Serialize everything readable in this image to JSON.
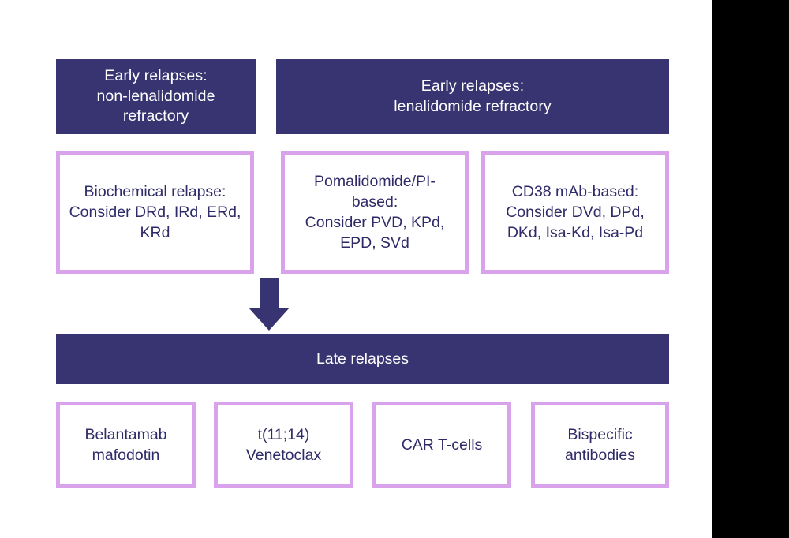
{
  "page": {
    "title": "Myeloma relapse treatment algorithm",
    "background_color": "#ffffff",
    "accent_navy": "#383472",
    "accent_purple_border": "#d8a3ea",
    "text_navy": "#2f2b68",
    "right_panel_color": "#000000"
  },
  "headers": [
    {
      "id": "early-non-len-refractory",
      "label": "Early relapses:\nnon-lenalidomide\nrefractory"
    },
    {
      "id": "early-len-refractory",
      "label": "Early relapses:\nlenalidomide refractory"
    }
  ],
  "early_options": [
    {
      "id": "biochemical-relapse",
      "label": "Biochemical relapse:\nConsider DRd, IRd, ERd,\nKRd"
    },
    {
      "id": "pomalidomide-pi-based",
      "label": "Pomalidomide/PI-\nbased:\nConsider PVD, KPd,\nEPD, SVd"
    },
    {
      "id": "cd38-mab-based",
      "label": "CD38 mAb-based:\nConsider DVd, DPd,\nDKd, Isa-Kd, Isa-Pd"
    }
  ],
  "flow": {
    "arrow_name": "down-arrow-icon",
    "arrow_direction": "down"
  },
  "late_band": {
    "id": "late-relapses",
    "label": "Late relapses"
  },
  "late_options": [
    {
      "id": "belantamab-mafodotin",
      "label": "Belantamab\nmafodotin"
    },
    {
      "id": "t1114-venetoclax",
      "label": "t(11;14)\nVenetoclax"
    },
    {
      "id": "car-t-cells",
      "label": "CAR T-cells"
    },
    {
      "id": "bispecific-antibodies",
      "label": "Bispecific\nantibodies"
    }
  ]
}
